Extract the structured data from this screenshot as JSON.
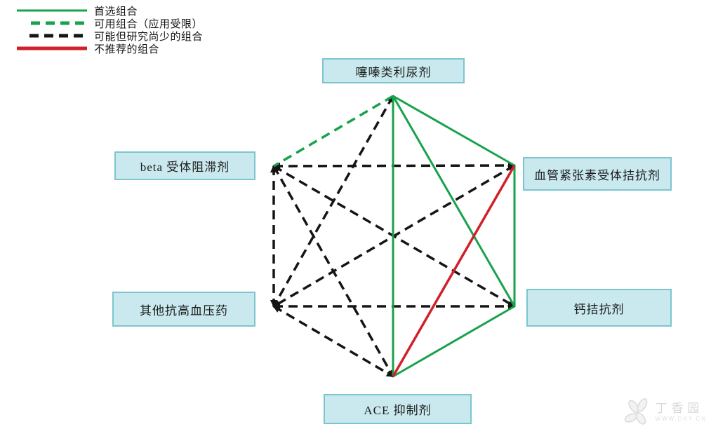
{
  "legend": {
    "items": [
      {
        "label": "首选组合",
        "style": "green-solid",
        "color": "#17a24b"
      },
      {
        "label": "可用组合（应用受限）",
        "style": "green-dashed",
        "color": "#17a24b"
      },
      {
        "label": "可能但研究尚少的组合",
        "style": "black-dashed",
        "color": "#151515"
      },
      {
        "label": "不推荐的组合",
        "style": "red-solid",
        "color": "#d1202a"
      }
    ]
  },
  "diagram": {
    "nodes": [
      {
        "id": "thiazide",
        "label": "噻嗪类利尿剂"
      },
      {
        "id": "beta",
        "label": "beta 受体阻滞剂"
      },
      {
        "id": "arb",
        "label": "血管紧张素受体拮抗剂"
      },
      {
        "id": "other",
        "label": "其他抗高血压药"
      },
      {
        "id": "ccb",
        "label": "钙拮抗剂"
      },
      {
        "id": "ace",
        "label": "ACE 抑制剂"
      }
    ],
    "edge_types": {
      "preferred": {
        "label": "首选组合",
        "color": "#17a24b",
        "dashed": false,
        "arrows": false
      },
      "usable-limited": {
        "label": "可用组合（应用受限）",
        "color": "#17a24b",
        "dashed": true,
        "arrows": false
      },
      "less-studied": {
        "label": "可能但研究尚少的组合",
        "color": "#151515",
        "dashed": true,
        "arrows": true
      },
      "not-recommended": {
        "label": "不推荐的组合",
        "color": "#d1202a",
        "dashed": false,
        "arrows": false
      }
    },
    "edges": [
      {
        "from": "thiazide",
        "to": "arb",
        "type": "preferred"
      },
      {
        "from": "thiazide",
        "to": "ccb",
        "type": "preferred"
      },
      {
        "from": "thiazide",
        "to": "ace",
        "type": "preferred"
      },
      {
        "from": "arb",
        "to": "ccb",
        "type": "preferred"
      },
      {
        "from": "ccb",
        "to": "ace",
        "type": "preferred"
      },
      {
        "from": "thiazide",
        "to": "beta",
        "type": "usable-limited"
      },
      {
        "from": "arb",
        "to": "ace",
        "type": "not-recommended"
      },
      {
        "from": "thiazide",
        "to": "other",
        "type": "less-studied"
      },
      {
        "from": "beta",
        "to": "arb",
        "type": "less-studied"
      },
      {
        "from": "beta",
        "to": "other",
        "type": "less-studied"
      },
      {
        "from": "beta",
        "to": "ccb",
        "type": "less-studied"
      },
      {
        "from": "beta",
        "to": "ace",
        "type": "less-studied"
      },
      {
        "from": "arb",
        "to": "other",
        "type": "less-studied"
      },
      {
        "from": "other",
        "to": "ccb",
        "type": "less-studied"
      },
      {
        "from": "other",
        "to": "ace",
        "type": "less-studied"
      }
    ]
  },
  "watermark": {
    "brand": "丁香园",
    "url": "WWW.DXY.CN"
  }
}
